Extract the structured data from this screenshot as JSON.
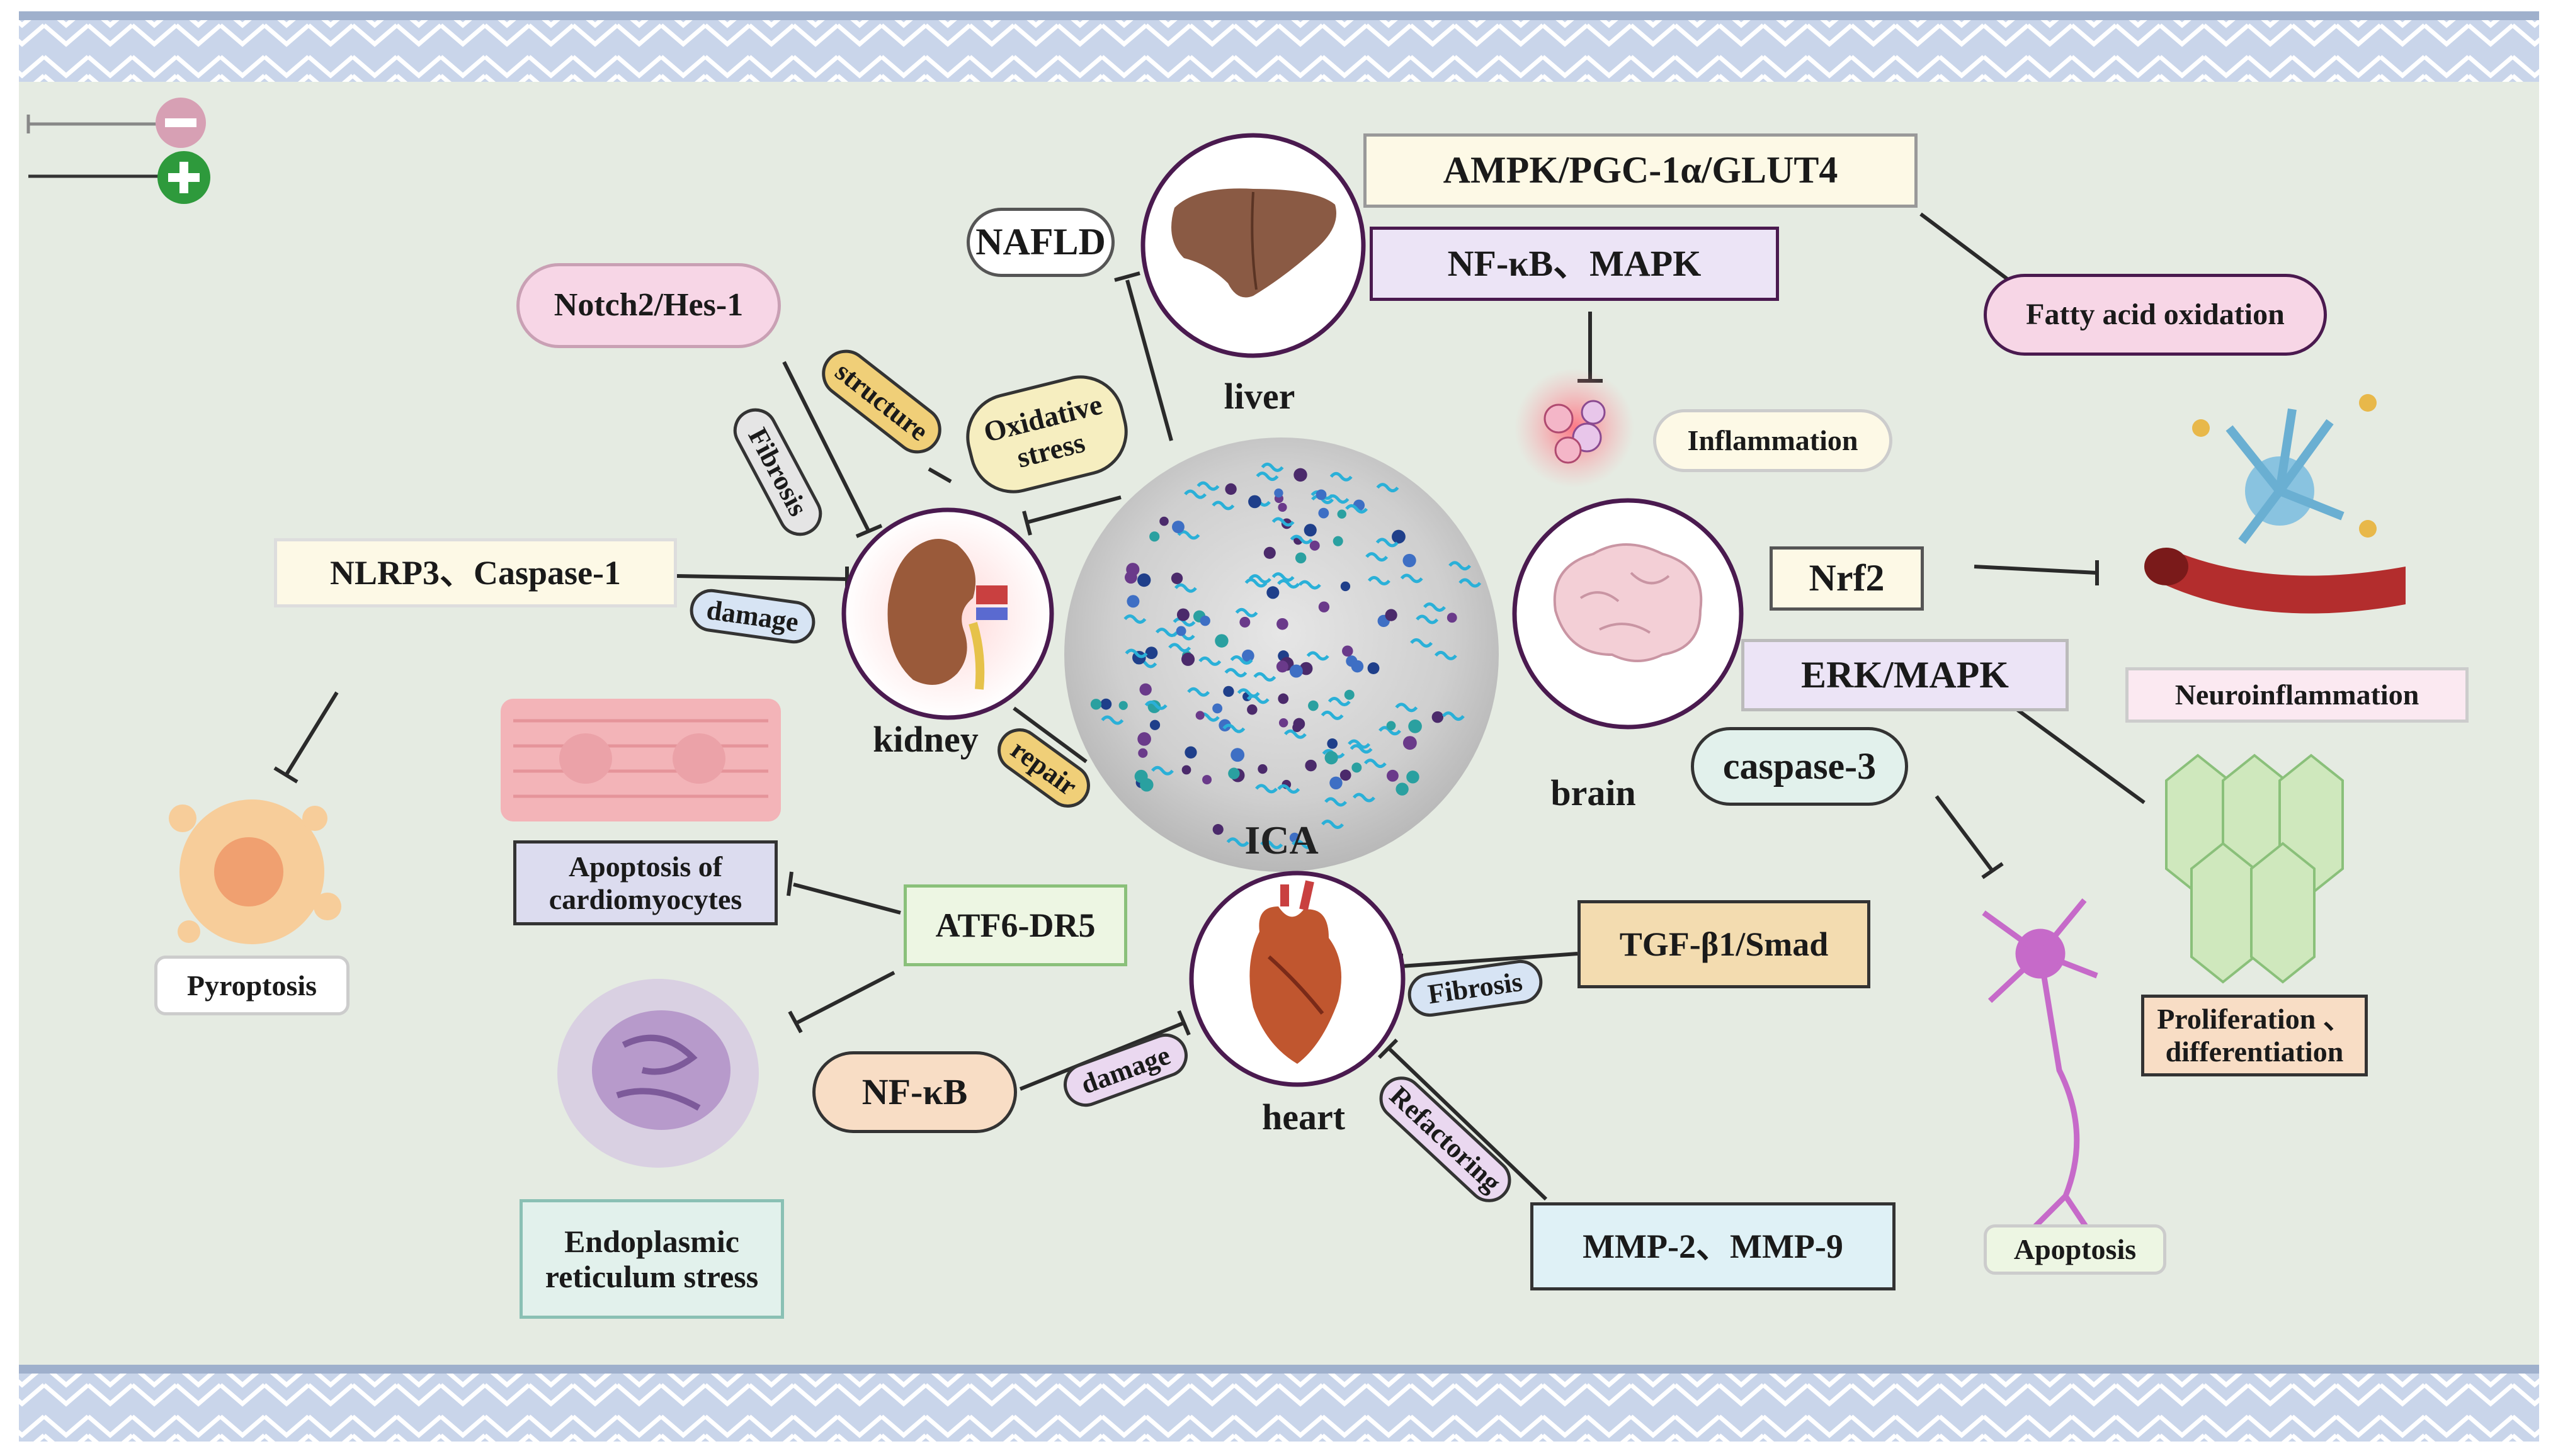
{
  "center": {
    "label": "ICA"
  },
  "legend": {
    "inhibit_icon": "minus-circle-icon",
    "promote_icon": "plus-circle-icon",
    "minus_color": "#d7a0b4",
    "plus_color": "#2e9a3c"
  },
  "organs": {
    "liver": "liver",
    "kidney": "kidney",
    "brain": "brain",
    "heart": "heart"
  },
  "pathways": {
    "ampk": "AMPK/PGC-1α/GLUT4",
    "nfkb_mapk": "NF-κB、MAPK",
    "notch": "Notch2/Hes-1",
    "nlrp3": "NLRP3、Caspase-1",
    "nrf2": "Nrf2",
    "erk": "ERK/MAPK",
    "caspase3": "caspase-3",
    "atf6": "ATF6-DR5",
    "tgf": "TGF-β1/Smad",
    "nfkb": "NF-κB",
    "mmp": "MMP-2、MMP-9"
  },
  "outcomes": {
    "nafld": "NAFLD",
    "fatty_acid": "Fatty acid oxidation",
    "oxidative_stress": "Oxidative stress",
    "inflammation": "Inflammation",
    "neuroinflammation": "Neuroinflammation",
    "proliferation": "Proliferation 、\ndifferentiation",
    "apoptosis_neuron": "Apoptosis",
    "apoptosis_cardio": "Apoptosis of\ncardiomyocytes",
    "er_stress": "Endoplasmic\nreticulum stress",
    "pyroptosis": "Pyroptosis"
  },
  "tags": {
    "structure": "structure",
    "fibrosis_kidney": "Fibrosis",
    "damage_kidney": "damage",
    "repair": "repair",
    "fibrosis_heart": "Fibrosis",
    "damage_heart": "damage",
    "refactoring": "Refactoring"
  },
  "colors": {
    "background": "#e5ebe2",
    "border_band": "#c9d5ea",
    "center_sphere": "#cfcfcf",
    "organ_ring": "#4a1a4f",
    "pink_box": "#f7d6e6",
    "purple_box": "#ece4f6",
    "cream_box": "#fdf9e6",
    "tan_box": "#f3dcb0",
    "blue_box": "#dff1f6",
    "green_box": "#edf6e3",
    "teal_box": "#e2f1ec",
    "apricot_box": "#f8ddc5",
    "lavender_box": "#dcdcef",
    "yellow_tag": "#f0cf78",
    "blue_tag": "#d7e4f4",
    "purple_tag": "#ead8f0"
  }
}
